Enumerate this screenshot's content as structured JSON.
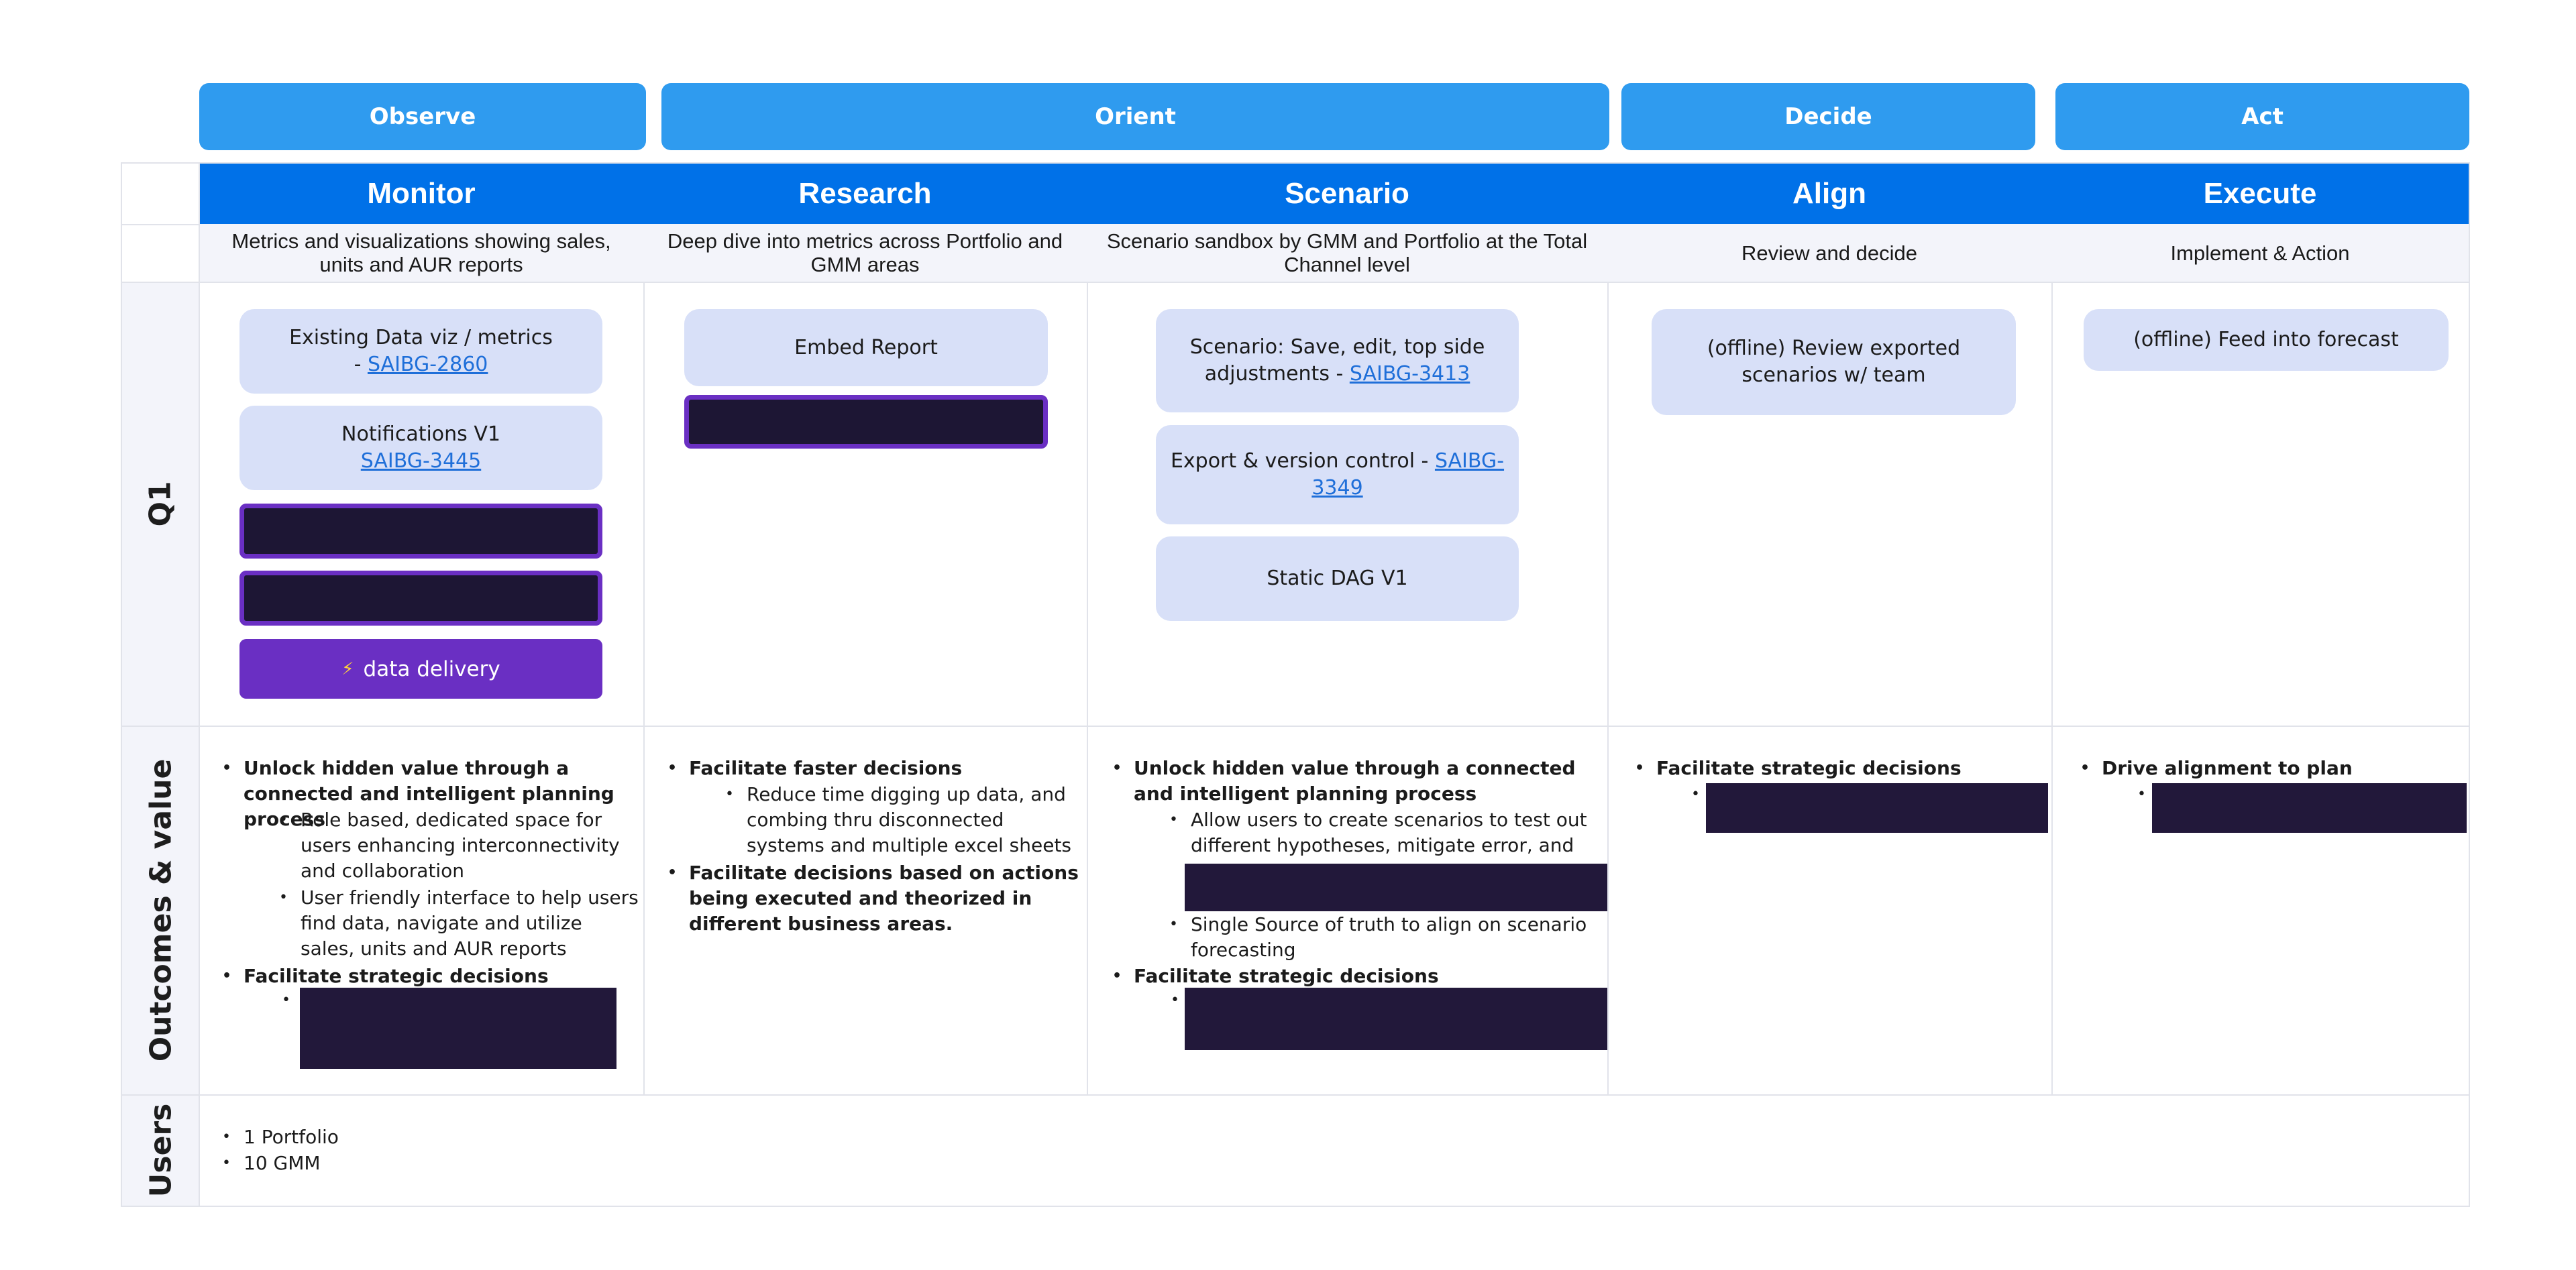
{
  "phases": [
    "Observe",
    "Orient",
    "Decide",
    "Act"
  ],
  "columns": [
    {
      "title": "Monitor",
      "description": "Metrics and visualizations showing sales, units and AUR reports"
    },
    {
      "title": "Research",
      "description": "Deep dive into metrics across Portfolio and GMM areas"
    },
    {
      "title": "Scenario",
      "description": "Scenario sandbox by GMM and Portfolio at the Total Channel level"
    },
    {
      "title": "Align",
      "description": "Review and decide"
    },
    {
      "title": "Execute",
      "description": "Implement & Action"
    }
  ],
  "row_labels": {
    "q1": "Q1",
    "outcomes": "Outcomes & value",
    "users": "Users"
  },
  "q1": {
    "monitor": {
      "card1_text": "Existing Data viz / metrics",
      "card1_prefix": "- ",
      "card1_link": "SAIBG-2860",
      "card2_text": "Notifications V1",
      "card2_link": "SAIBG-3445",
      "delivery_icon": "⚡",
      "delivery_label": "data delivery"
    },
    "research": {
      "card1_text": "Embed Report"
    },
    "scenario": {
      "card1_text": "Scenario: Save, edit, top side adjustments  - ",
      "card1_link": "SAIBG-3413",
      "card2_text": "Export & version control - ",
      "card2_link": "SAIBG-3349",
      "card3_text": "Static DAG V1"
    },
    "align": {
      "card1_text": "(offline) Review exported scenarios w/ team"
    },
    "execute": {
      "card1_text": "(offline) Feed into forecast"
    }
  },
  "outcomes": {
    "monitor": {
      "b1": "Unlock hidden value through a connected and intelligent planning process",
      "b1_sub1": "Role based, dedicated space for users enhancing interconnectivity and collaboration",
      "b1_sub2": "User friendly interface to help users find data, navigate and utilize sales, units and AUR reports",
      "b2": "Facilitate strategic decisions"
    },
    "research": {
      "b1": "Facilitate faster decisions",
      "b1_sub1": "Reduce time digging up data, and combing thru disconnected systems and multiple excel sheets",
      "b2": "Facilitate decisions based on actions being executed and theorized in different business areas."
    },
    "scenario": {
      "b1": "Unlock hidden value through a connected and intelligent planning process",
      "b1_sub1": "Allow users to create scenarios to test out different hypotheses, mitigate error, and react",
      "b1_sub3": " Single Source of truth to align on scenario forecasting",
      "b2": "Facilitate strategic decisions"
    },
    "align": {
      "b1": "Facilitate strategic decisions"
    },
    "execute": {
      "b1": "Drive alignment to plan"
    }
  },
  "users": [
    "1 Portfolio",
    "10 GMM"
  ],
  "colors": {
    "phase": "#2f9bef",
    "header": "#0071e8",
    "card": "#d8e0f8",
    "accent": "#6a2fc3"
  }
}
